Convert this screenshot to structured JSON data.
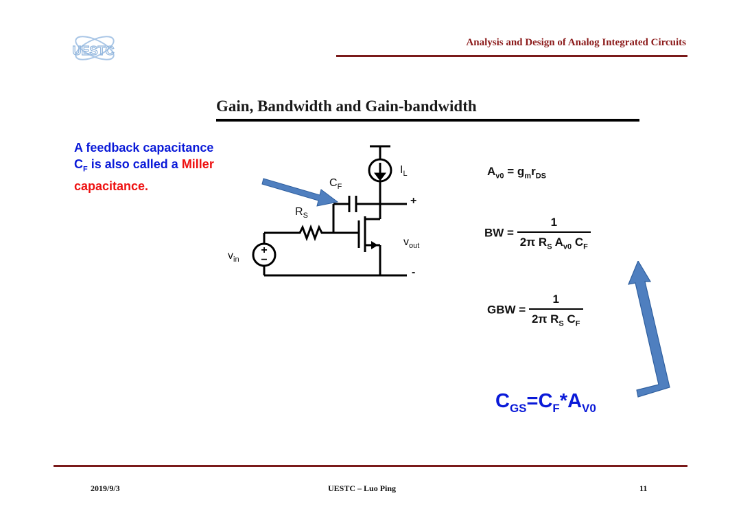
{
  "header": {
    "logo_text": "UESTC",
    "course_title": "Analysis and Design of Analog Integrated Circuits"
  },
  "slide": {
    "title": "Gain, Bandwidth and Gain-bandwidth",
    "note": {
      "line1": "A feedback capacitance",
      "cf_main": "C",
      "cf_sub": "F",
      "line2_mid": " is also called a ",
      "miller": "Miller",
      "line3": "capacitance."
    },
    "circuit": {
      "il_main": "I",
      "il_sub": "L",
      "cf_main": "C",
      "cf_sub": "F",
      "rs_main": "R",
      "rs_sub": "S",
      "vin_main": "v",
      "vin_sub": "in",
      "vout_main": "v",
      "vout_sub": "out",
      "plus": "+",
      "minus": "-"
    },
    "equations": {
      "av0": {
        "a": "A",
        "a_sub": "v0",
        "eq": " = g",
        "gm_sub": "m",
        "r": "r",
        "r_sub": "DS"
      },
      "bw": {
        "lhs": "BW =",
        "num": "1",
        "den_pre": "2π R",
        "rs_sub": "S",
        "a": " A",
        "a_sub": "v0",
        "c": " C",
        "c_sub": "F"
      },
      "gbw": {
        "lhs": "GBW =",
        "num": "1",
        "den_pre": "2π R",
        "rs_sub": "S",
        "c": " C",
        "c_sub": "F"
      },
      "cgs": {
        "c": "C",
        "c_sub": "GS",
        "mid": "=C",
        "f_sub": "F",
        "star": "*A",
        "a_sub": "V0"
      }
    }
  },
  "footer": {
    "date": "2019/9/3",
    "author": "UESTC – Luo  Ping",
    "page": "11"
  },
  "colors": {
    "accent_blue": "#0a1ad8",
    "accent_red": "#ee1111",
    "rule": "#7a1a1a",
    "arrow": "#4f7fbf"
  }
}
